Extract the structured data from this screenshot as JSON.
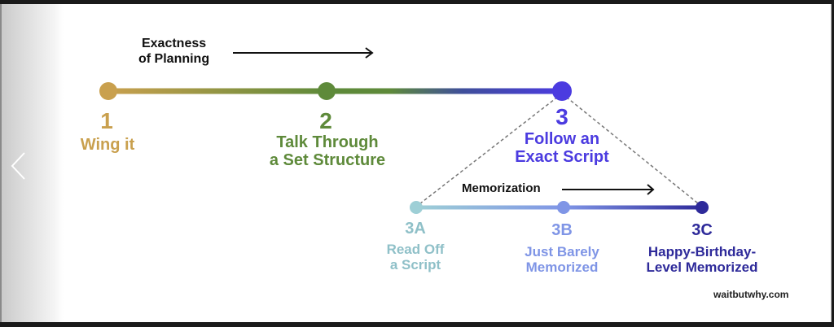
{
  "diagram": {
    "main_axis_label": "Exactness\nof Planning",
    "sub_axis_label": "Memorization",
    "credit": "waitbutwhy.com",
    "colors": {
      "stage1": "#C9A04E",
      "stage2": "#5E8A3A",
      "stage3": "#4B3BE0",
      "stage3a": "#9ECFD6",
      "stage3b": "#7F95E6",
      "stage3c": "#2E2A9A",
      "dashed": "#777777"
    },
    "stages": [
      {
        "id": "1",
        "number": "1",
        "name": "Wing it"
      },
      {
        "id": "2",
        "number": "2",
        "name": "Talk Through\na Set Structure"
      },
      {
        "id": "3",
        "number": "3",
        "name": "Follow an\nExact Script"
      }
    ],
    "substages": [
      {
        "id": "3A",
        "number": "3A",
        "name": "Read Off\na Script"
      },
      {
        "id": "3B",
        "number": "3B",
        "name": "Just Barely\nMemorized"
      },
      {
        "id": "3C",
        "number": "3C",
        "name": "Happy-Birthday-\nLevel Memorized"
      }
    ]
  },
  "nav": {
    "prev_icon": "chevron-left-icon"
  }
}
